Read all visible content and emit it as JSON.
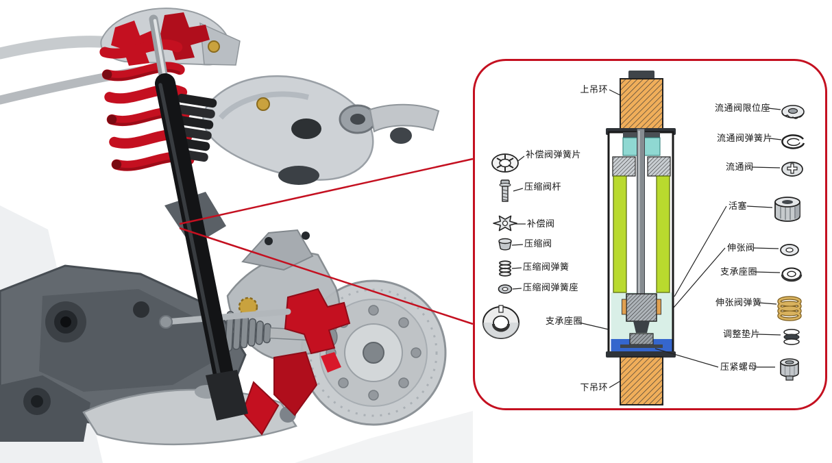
{
  "colors": {
    "callout_border": "#c41020",
    "leader_line": "#c41020",
    "spring_red": "#c41020",
    "hanger_orange": "#f0ae5a",
    "pressure_tube_green": "#b9da2e",
    "rod_guide_cyan": "#8fd8d2",
    "lower_chamber_cyan": "#d9efe7",
    "base_valve_blue": "#3566cd"
  },
  "callout": {
    "upper_label": {
      "text": "上吊环",
      "icon": "upper-eye-ring"
    },
    "lower_label": {
      "text": "下吊环",
      "icon": "lower-eye-ring"
    },
    "left_parts": [
      {
        "label": "补偿阀弹簧片",
        "icon": "spoked-disc-icon"
      },
      {
        "label": "压缩阀杆",
        "icon": "bolt-icon"
      },
      {
        "label": "补偿阀",
        "icon": "star-valve-icon"
      },
      {
        "label": "压缩阀",
        "icon": "valve-cap-icon"
      },
      {
        "label": "压缩阀弹簧",
        "icon": "small-coil-spring-icon"
      },
      {
        "label": "压缩阀弹簧座",
        "icon": "spring-seat-ring-icon"
      },
      {
        "label": "支承座圈",
        "icon": "split-support-race-icon"
      }
    ],
    "right_parts": [
      {
        "label": "流通阀限位座",
        "icon": "limit-seat-icon"
      },
      {
        "label": "流通阀弹簧片",
        "icon": "valve-spring-plate-icon"
      },
      {
        "label": "流通阀",
        "icon": "flow-valve-disc-icon"
      },
      {
        "label": "活塞",
        "icon": "piston-sleeve-icon"
      },
      {
        "label": "伸张阀",
        "icon": "washer-icon"
      },
      {
        "label": "支承座圈",
        "icon": "support-race-icon"
      },
      {
        "label": "伸张阀弹簧",
        "icon": "coil-spring-icon"
      },
      {
        "label": "调整垫片",
        "icon": "adjusting-shims-icon"
      },
      {
        "label": "压紧螺母",
        "icon": "clamp-nut-icon"
      }
    ]
  }
}
